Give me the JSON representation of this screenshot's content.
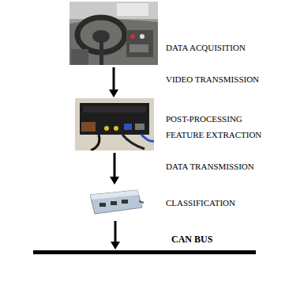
{
  "diagram": {
    "nodes": [
      {
        "text": [
          "DATA ACQUISITION"
        ]
      },
      {
        "text": [
          "POST-PROCESSING FEATURE EXTRACTION"
        ]
      },
      {
        "text": [
          "CLASSIFICATION"
        ]
      },
      {
        "text": [
          "CAN BUS"
        ]
      }
    ],
    "edges": [
      {
        "from": 0,
        "to": 1,
        "arrow": "to",
        "label": "VIDEO TRANSMISSION"
      },
      {
        "from": 1,
        "to": 2,
        "arrow": "to",
        "label": "DATA TRANSMISSION"
      },
      {
        "from": 2,
        "to": 3,
        "arrow": "to"
      }
    ]
  }
}
